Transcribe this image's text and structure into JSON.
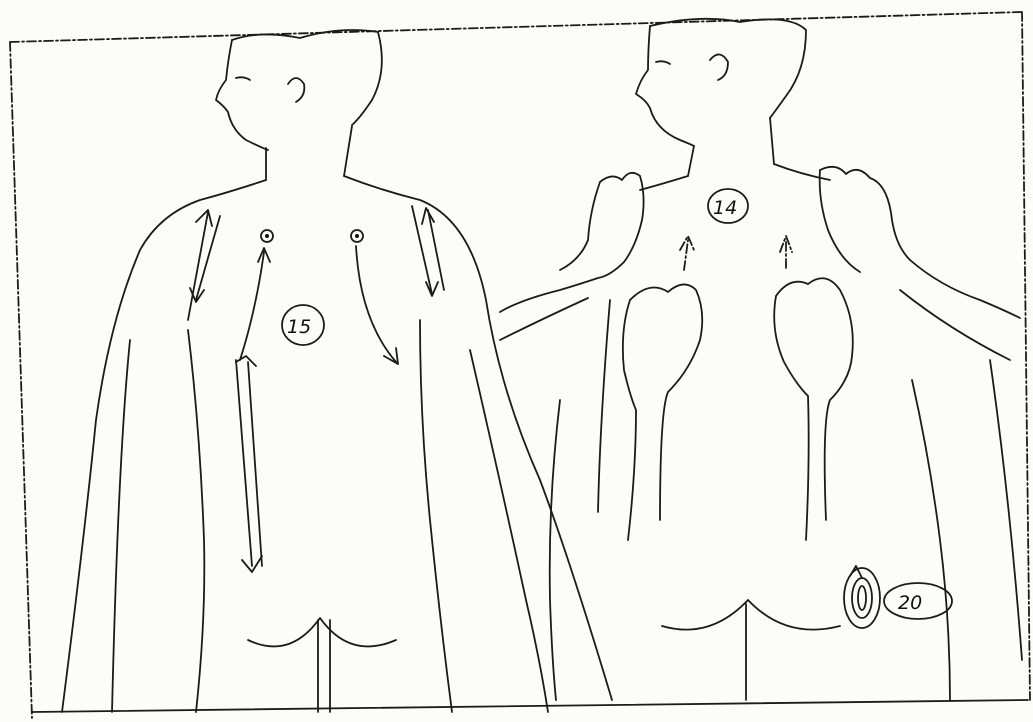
{
  "figure": {
    "labels": {
      "front_massage": "15",
      "back_massage": "14",
      "lower_back_circle": "20"
    }
  }
}
